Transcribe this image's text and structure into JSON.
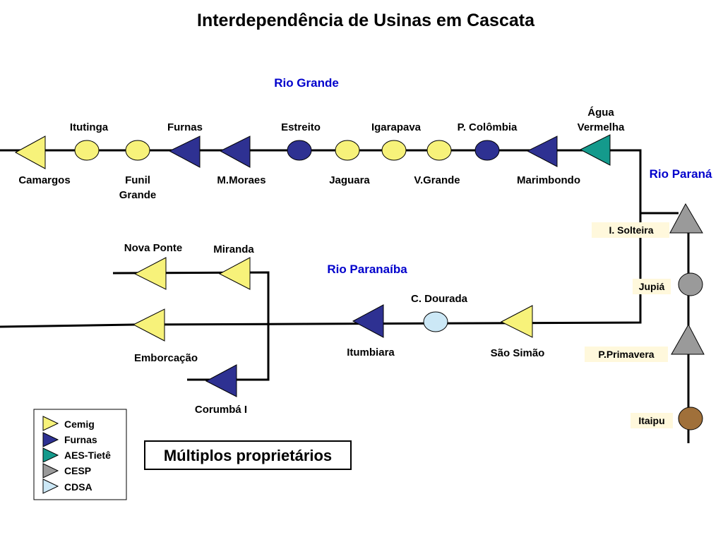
{
  "title": "Interdependência de Usinas em Cascata",
  "rivers": {
    "grande": "Rio Grande",
    "parana": "Rio Paraná",
    "paranaiba": "Rio Paranaíba"
  },
  "colors": {
    "Cemig": "#f7f27a",
    "Furnas": "#2e3192",
    "AES-Tietê": "#149a8c",
    "CESP": "#9a9a9a",
    "CDSA": "#cce8f6",
    "Itaipu": "#a0703a",
    "river_text": "#0000cc"
  },
  "plants": [
    {
      "id": "camargos",
      "name": "Camargos",
      "owner": "Cemig",
      "shape": "triangle"
    },
    {
      "id": "itutinga",
      "name": "Itutinga",
      "owner": "Cemig",
      "shape": "circle"
    },
    {
      "id": "funil-grande",
      "name": "Funil Grande",
      "name_lines": [
        "Funil",
        "Grande"
      ],
      "owner": "Cemig",
      "shape": "circle"
    },
    {
      "id": "furnas",
      "name": "Furnas",
      "owner": "Furnas",
      "shape": "triangle"
    },
    {
      "id": "m-moraes",
      "name": "M.Moraes",
      "owner": "Furnas",
      "shape": "triangle"
    },
    {
      "id": "estreito",
      "name": "Estreito",
      "owner": "Furnas",
      "shape": "circle"
    },
    {
      "id": "jaguara",
      "name": "Jaguara",
      "owner": "Cemig",
      "shape": "circle"
    },
    {
      "id": "igarapava",
      "name": "Igarapava",
      "owner": "Cemig",
      "shape": "circle"
    },
    {
      "id": "v-grande",
      "name": "V.Grande",
      "owner": "Cemig",
      "shape": "circle"
    },
    {
      "id": "p-colombia",
      "name": "P. Colômbia",
      "owner": "Furnas",
      "shape": "circle"
    },
    {
      "id": "marimbondo",
      "name": "Marimbondo",
      "owner": "Furnas",
      "shape": "triangle"
    },
    {
      "id": "agua-vermelha",
      "name": "Água Vermelha",
      "name_lines": [
        "Água",
        "Vermelha"
      ],
      "owner": "AES-Tietê",
      "shape": "triangle"
    },
    {
      "id": "i-solteira",
      "name": "I. Solteira",
      "owner": "CESP",
      "shape": "triangle"
    },
    {
      "id": "jupia",
      "name": "Jupiá",
      "owner": "CESP",
      "shape": "circle"
    },
    {
      "id": "p-primavera",
      "name": "P.Primavera",
      "owner": "CESP",
      "shape": "triangle"
    },
    {
      "id": "itaipu",
      "name": "Itaipu",
      "owner": "Itaipu",
      "shape": "circle"
    },
    {
      "id": "nova-ponte",
      "name": "Nova Ponte",
      "owner": "Cemig",
      "shape": "triangle"
    },
    {
      "id": "miranda",
      "name": "Miranda",
      "owner": "Cemig",
      "shape": "triangle"
    },
    {
      "id": "emborcacao",
      "name": "Emborcação",
      "owner": "Cemig",
      "shape": "triangle"
    },
    {
      "id": "corumba-i",
      "name": "Corumbá I",
      "owner": "Furnas",
      "shape": "triangle"
    },
    {
      "id": "itumbiara",
      "name": "Itumbiara",
      "owner": "Furnas",
      "shape": "triangle"
    },
    {
      "id": "c-dourada",
      "name": "C. Dourada",
      "owner": "CDSA",
      "shape": "circle"
    },
    {
      "id": "sao-simao",
      "name": "São Simão",
      "owner": "Cemig",
      "shape": "triangle"
    }
  ],
  "legend": [
    {
      "name": "Cemig",
      "color": "#f7f27a"
    },
    {
      "name": "Furnas",
      "color": "#2e3192"
    },
    {
      "name": "AES-Tietê",
      "color": "#149a8c"
    },
    {
      "name": "CESP",
      "color": "#9a9a9a"
    },
    {
      "name": "CDSA",
      "color": "#cce8f6"
    }
  ],
  "note": "Múltiplos proprietários"
}
